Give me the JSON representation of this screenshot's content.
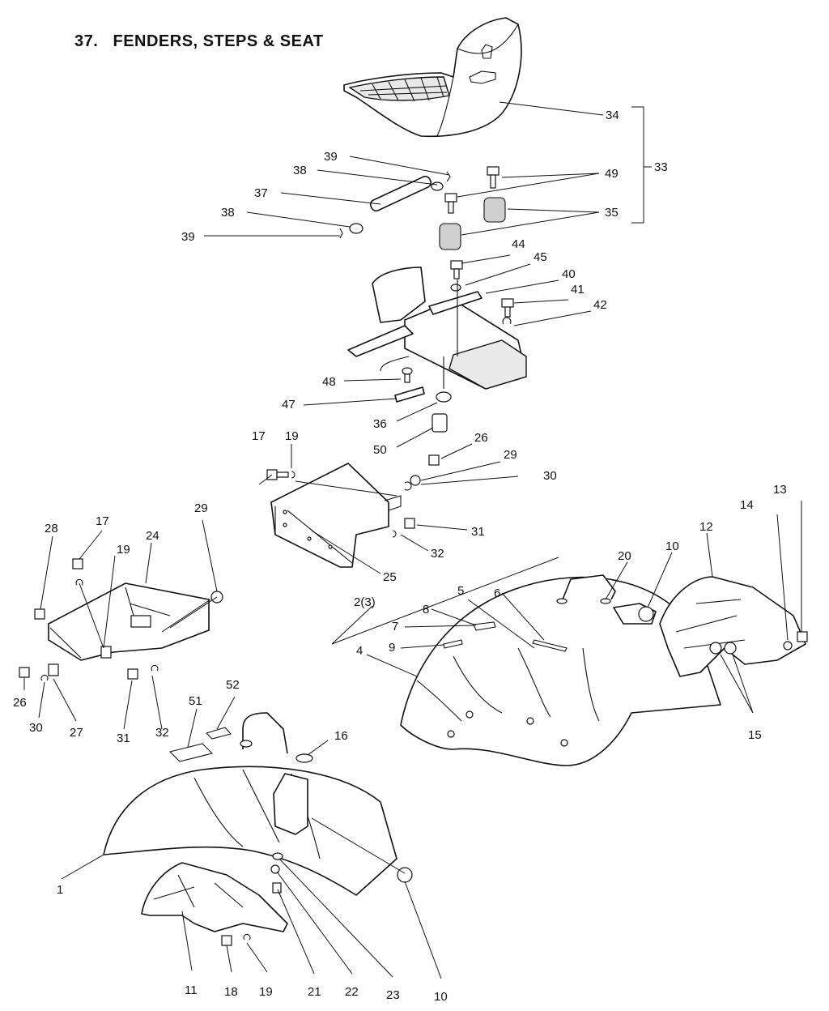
{
  "title": "37.   FENDERS, STEPS & SEAT",
  "callouts": [
    {
      "id": "c34",
      "text": "34"
    },
    {
      "id": "c33",
      "text": "33"
    },
    {
      "id": "c39a",
      "text": "39"
    },
    {
      "id": "c38a",
      "text": "38"
    },
    {
      "id": "c37",
      "text": "37"
    },
    {
      "id": "c38b",
      "text": "38"
    },
    {
      "id": "c39b",
      "text": "39"
    },
    {
      "id": "c49",
      "text": "49"
    },
    {
      "id": "c35",
      "text": "35"
    },
    {
      "id": "c44",
      "text": "44"
    },
    {
      "id": "c45",
      "text": "45"
    },
    {
      "id": "c40",
      "text": "40"
    },
    {
      "id": "c41",
      "text": "41"
    },
    {
      "id": "c42",
      "text": "42"
    },
    {
      "id": "c48",
      "text": "48"
    },
    {
      "id": "c47",
      "text": "47"
    },
    {
      "id": "c36",
      "text": "36"
    },
    {
      "id": "c50",
      "text": "50"
    },
    {
      "id": "c26a",
      "text": "26"
    },
    {
      "id": "c29a",
      "text": "29"
    },
    {
      "id": "c30a",
      "text": "30"
    },
    {
      "id": "c17a",
      "text": "17"
    },
    {
      "id": "c19a",
      "text": "19"
    },
    {
      "id": "c31a",
      "text": "31"
    },
    {
      "id": "c32a",
      "text": "32"
    },
    {
      "id": "c25",
      "text": "25"
    },
    {
      "id": "c29b",
      "text": "29"
    },
    {
      "id": "c28",
      "text": "28"
    },
    {
      "id": "c17b",
      "text": "17"
    },
    {
      "id": "c24",
      "text": "24"
    },
    {
      "id": "c19b",
      "text": "19"
    },
    {
      "id": "c26b",
      "text": "26"
    },
    {
      "id": "c30b",
      "text": "30"
    },
    {
      "id": "c27",
      "text": "27"
    },
    {
      "id": "c31b",
      "text": "31"
    },
    {
      "id": "c32b",
      "text": "32"
    },
    {
      "id": "c13",
      "text": "13"
    },
    {
      "id": "c14",
      "text": "14"
    },
    {
      "id": "c12",
      "text": "12"
    },
    {
      "id": "c10a",
      "text": "10"
    },
    {
      "id": "c20",
      "text": "20"
    },
    {
      "id": "c6",
      "text": "6"
    },
    {
      "id": "c5",
      "text": "5"
    },
    {
      "id": "c23x",
      "text": "2(3)"
    },
    {
      "id": "c8",
      "text": "8"
    },
    {
      "id": "c7",
      "text": "7"
    },
    {
      "id": "c9",
      "text": "9"
    },
    {
      "id": "c4",
      "text": "4"
    },
    {
      "id": "c15",
      "text": "15"
    },
    {
      "id": "c52",
      "text": "52"
    },
    {
      "id": "c51",
      "text": "51"
    },
    {
      "id": "c16",
      "text": "16"
    },
    {
      "id": "c1",
      "text": "1"
    },
    {
      "id": "c11",
      "text": "11"
    },
    {
      "id": "c18",
      "text": "18"
    },
    {
      "id": "c19c",
      "text": "19"
    },
    {
      "id": "c21",
      "text": "21"
    },
    {
      "id": "c22",
      "text": "22"
    },
    {
      "id": "c23",
      "text": "23"
    },
    {
      "id": "c10b",
      "text": "10"
    }
  ]
}
